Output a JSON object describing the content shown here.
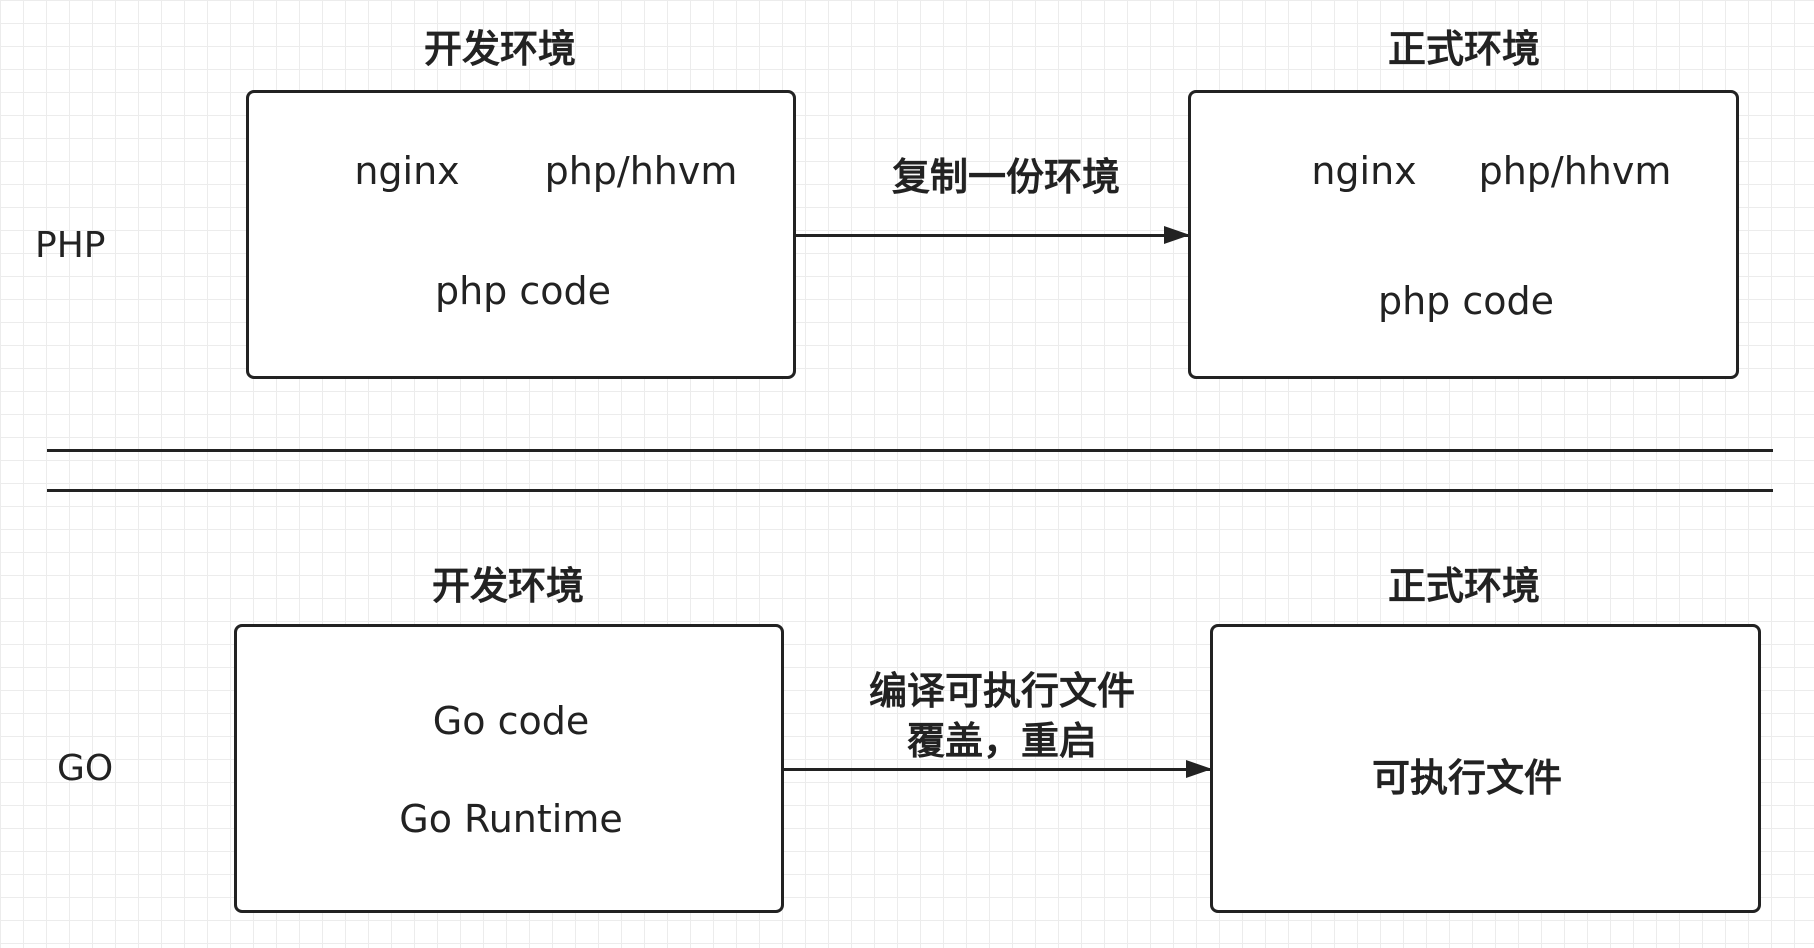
{
  "php": {
    "label": "PHP",
    "dev_title": "开发环境",
    "prod_title": "正式环境",
    "dev_box": {
      "item1": "nginx",
      "item2": "php/hhvm",
      "item3": "php code"
    },
    "arrow_label": "复制一份环境",
    "prod_box": {
      "item1": "nginx",
      "item2": "php/hhvm",
      "item3": "php code"
    }
  },
  "go": {
    "label": "GO",
    "dev_title": "开发环境",
    "prod_title": "正式环境",
    "dev_box": {
      "item1": "Go code",
      "item2": "Go Runtime"
    },
    "arrow_label_line1": "编译可执行文件",
    "arrow_label_line2": "覆盖，重启",
    "prod_box": {
      "item1": "可执行文件"
    }
  },
  "colors": {
    "stroke": "#222222",
    "grid": "#ececec",
    "background": "#ffffff"
  }
}
